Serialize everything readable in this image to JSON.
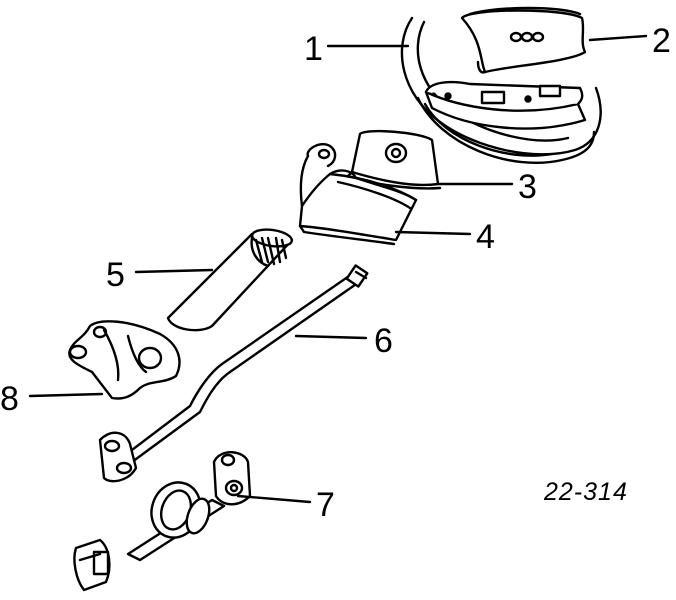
{
  "figure": {
    "reference_code": "22-314",
    "parts": [
      {
        "number": "1",
        "icon": "steering-wheel-icon"
      },
      {
        "number": "2",
        "icon": "horn-pad-icon"
      },
      {
        "number": "3",
        "icon": "switch-cover-icon"
      },
      {
        "number": "4",
        "icon": "combination-switch-icon"
      },
      {
        "number": "5",
        "icon": "column-tube-icon"
      },
      {
        "number": "6",
        "icon": "steering-shaft-icon"
      },
      {
        "number": "7",
        "icon": "intermediate-shaft-icon"
      },
      {
        "number": "8",
        "icon": "bracket-icon"
      }
    ]
  }
}
